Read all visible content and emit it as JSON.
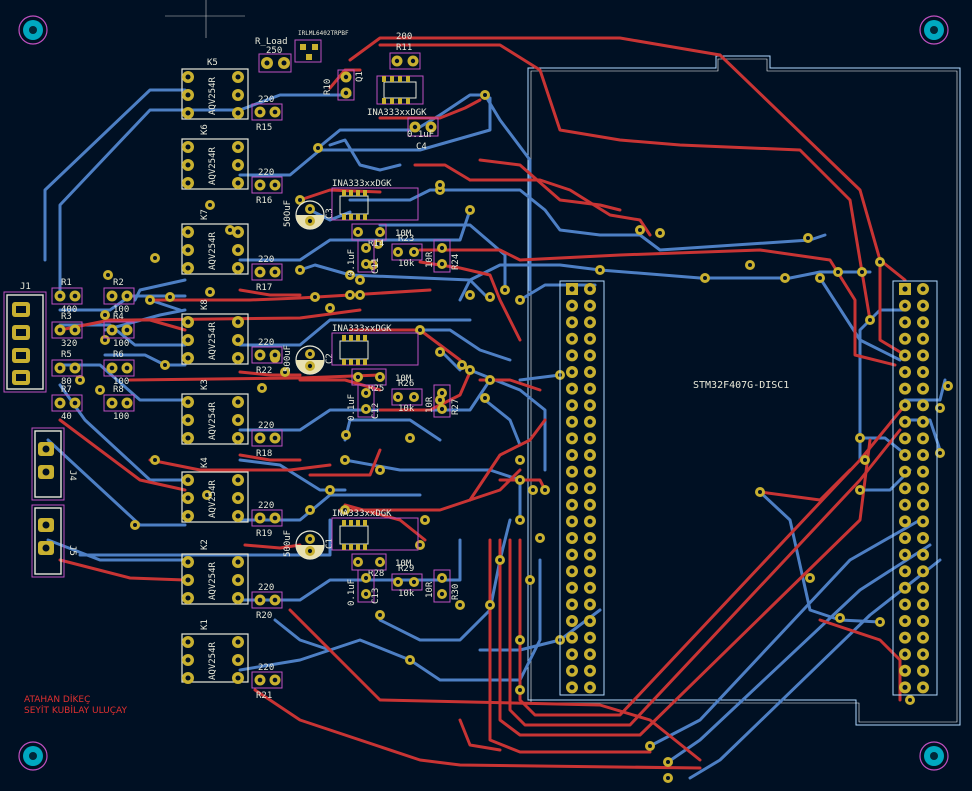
{
  "board": {
    "colors": {
      "background": "#001023",
      "front_copper": "#c83434",
      "back_copper": "#4d7fc4",
      "pad": "#c8b030",
      "via": "#c8b030",
      "silkscreen": "#e8e8d8",
      "courtyard": "#c050c0",
      "outline": "#b0d8ff",
      "mount_hole": "#00c8d8",
      "author_text": "#e03030"
    },
    "authors": [
      "ATAHAN DİKEÇ",
      "SEYİT KUBİLAY ULUÇAY"
    ],
    "module_label": "STM32F407G-DISC1",
    "connectors": [
      "J1",
      "J4",
      "J5"
    ],
    "relays": [
      {
        "ref": "K5",
        "part": "AQV254R"
      },
      {
        "ref": "K6",
        "part": "AQV254R"
      },
      {
        "ref": "K7",
        "part": "AQV254R"
      },
      {
        "ref": "K8",
        "part": "AQV254R"
      },
      {
        "ref": "K3",
        "part": "AQV254R"
      },
      {
        "ref": "K4",
        "part": "AQV254R"
      },
      {
        "ref": "K2",
        "part": "AQV254R"
      },
      {
        "ref": "K1",
        "part": "AQV254R"
      }
    ],
    "resistors_left": [
      {
        "ref": "R1",
        "value": "400"
      },
      {
        "ref": "R2",
        "value": "100"
      },
      {
        "ref": "R3",
        "value": "320"
      },
      {
        "ref": "R4",
        "value": "100"
      },
      {
        "ref": "R5",
        "value": "80"
      },
      {
        "ref": "R6",
        "value": "100"
      },
      {
        "ref": "R7",
        "value": "40"
      },
      {
        "ref": "R8",
        "value": "100"
      }
    ],
    "resistors_relay": [
      {
        "ref": "R15",
        "value": "220"
      },
      {
        "ref": "R16",
        "value": "220"
      },
      {
        "ref": "R17",
        "value": "220"
      },
      {
        "ref": "R22",
        "value": "220"
      },
      {
        "ref": "R18",
        "value": "220"
      },
      {
        "ref": "R19",
        "value": "220"
      },
      {
        "ref": "R20",
        "value": "220"
      },
      {
        "ref": "R21",
        "value": "220"
      }
    ],
    "top_parts": {
      "r_load": "R_Load",
      "r_load_value": "250",
      "mosfet": "IRLML6402TRPBF",
      "r11": "R11",
      "r11_value": "200",
      "r10": "R10",
      "q1": "Q1",
      "ina_top": "INA333xxDGK",
      "c4_value": "0.1uF",
      "c4": "C4"
    },
    "amp_blocks": [
      {
        "ina": "INA333xxDGK",
        "cap": "C3",
        "cap_value": "50OuF",
        "c_small": "C11",
        "c_small_value": "0.1uF",
        "r_a": "R14",
        "r_a_value": "10M",
        "r_b": "R23",
        "r_b_value": "10k",
        "r_c": "R24",
        "r_c_value": "10R"
      },
      {
        "ina": "INA333xxDGK",
        "cap": "C2",
        "cap_value": "500uF",
        "c_small": "C12",
        "c_small_value": "0.1uF",
        "r_a": "R25",
        "r_a_value": "10M",
        "r_b": "R26",
        "r_b_value": "10k",
        "r_c": "R27",
        "r_c_value": "10R"
      },
      {
        "ina": "INA333xxDGK",
        "cap": "C1",
        "cap_value": "500uF",
        "c_small": "C13",
        "c_small_value": "0.1uF",
        "r_a": "R28",
        "r_a_value": "10M",
        "r_b": "R29",
        "r_b_value": "10k",
        "r_c": "R30",
        "r_c_value": "10R"
      }
    ]
  }
}
